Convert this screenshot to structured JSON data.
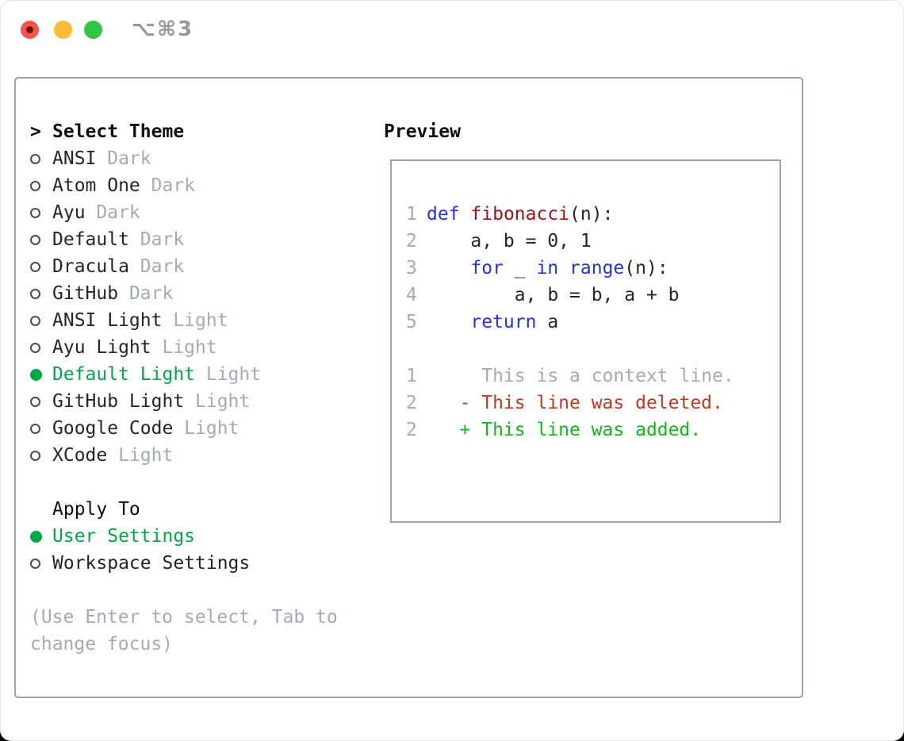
{
  "window": {
    "title": "⌥⌘3",
    "traffic_lights": [
      "close",
      "minimize",
      "zoom"
    ]
  },
  "theme_picker": {
    "header_marker": ">",
    "header_label": "Select Theme",
    "items": [
      {
        "name": "ANSI",
        "variant": "Dark",
        "selected": false
      },
      {
        "name": "Atom One",
        "variant": "Dark",
        "selected": false
      },
      {
        "name": "Ayu",
        "variant": "Dark",
        "selected": false
      },
      {
        "name": "Default",
        "variant": "Dark",
        "selected": false
      },
      {
        "name": "Dracula",
        "variant": "Dark",
        "selected": false
      },
      {
        "name": "GitHub",
        "variant": "Dark",
        "selected": false
      },
      {
        "name": "ANSI Light",
        "variant": "Light",
        "selected": false
      },
      {
        "name": "Ayu Light",
        "variant": "Light",
        "selected": false
      },
      {
        "name": "Default Light",
        "variant": "Light",
        "selected": true
      },
      {
        "name": "GitHub Light",
        "variant": "Light",
        "selected": false
      },
      {
        "name": "Google Code",
        "variant": "Light",
        "selected": false
      },
      {
        "name": "XCode",
        "variant": "Light",
        "selected": false
      }
    ],
    "apply_to_label": "Apply To",
    "apply_to_options": [
      {
        "name": "User Settings",
        "selected": true
      },
      {
        "name": "Workspace Settings",
        "selected": false
      }
    ],
    "help_line1": "(Use Enter to select, Tab to",
    "help_line2": "change focus)"
  },
  "preview": {
    "label": "Preview",
    "lines": [
      {
        "num": "1",
        "segments": [
          {
            "t": "def",
            "c": "kw"
          },
          {
            "t": " ",
            "c": "pl"
          },
          {
            "t": "fibonacci",
            "c": "fn"
          },
          {
            "t": "(n):",
            "c": "pl"
          }
        ]
      },
      {
        "num": "2",
        "segments": [
          {
            "t": "    a, b = 0, 1",
            "c": "pl"
          }
        ]
      },
      {
        "num": "3",
        "segments": [
          {
            "t": "    ",
            "c": "pl"
          },
          {
            "t": "for",
            "c": "kw"
          },
          {
            "t": " _ ",
            "c": "pl"
          },
          {
            "t": "in",
            "c": "kw"
          },
          {
            "t": " ",
            "c": "pl"
          },
          {
            "t": "range",
            "c": "kw"
          },
          {
            "t": "(n):",
            "c": "pl"
          }
        ]
      },
      {
        "num": "4",
        "segments": [
          {
            "t": "        a, b = b, a + b",
            "c": "pl"
          }
        ]
      },
      {
        "num": "5",
        "segments": [
          {
            "t": "    ",
            "c": "pl"
          },
          {
            "t": "return",
            "c": "kw"
          },
          {
            "t": " a",
            "c": "pl"
          }
        ]
      },
      {
        "num": "",
        "segments": []
      },
      {
        "num": "1",
        "segments": [
          {
            "t": "     This is a context line.",
            "c": "ctx"
          }
        ]
      },
      {
        "num": "2",
        "segments": [
          {
            "t": "   - This line was deleted.",
            "c": "del"
          }
        ]
      },
      {
        "num": "2",
        "segments": [
          {
            "t": "   + This line was added.",
            "c": "add"
          }
        ]
      }
    ]
  },
  "colors": {
    "window-bg": "#ffffff",
    "border-gray": "#9aa2ae",
    "text-dark": "#22262c",
    "text-black": "#0c0e11",
    "gray": "#a2abb8",
    "circle-gray": "#474d55",
    "green-sel": "#00a944",
    "kw-blue": "#2233dd",
    "fn-darkred": "#a31515",
    "del-red": "#c6371e",
    "add-green": "#10ba14",
    "title-gray": "#95989d",
    "tl-red": "#f4544d",
    "tl-red-dot": "#7a100a",
    "tl-yellow": "#fcbe30",
    "tl-green": "#31c546"
  }
}
